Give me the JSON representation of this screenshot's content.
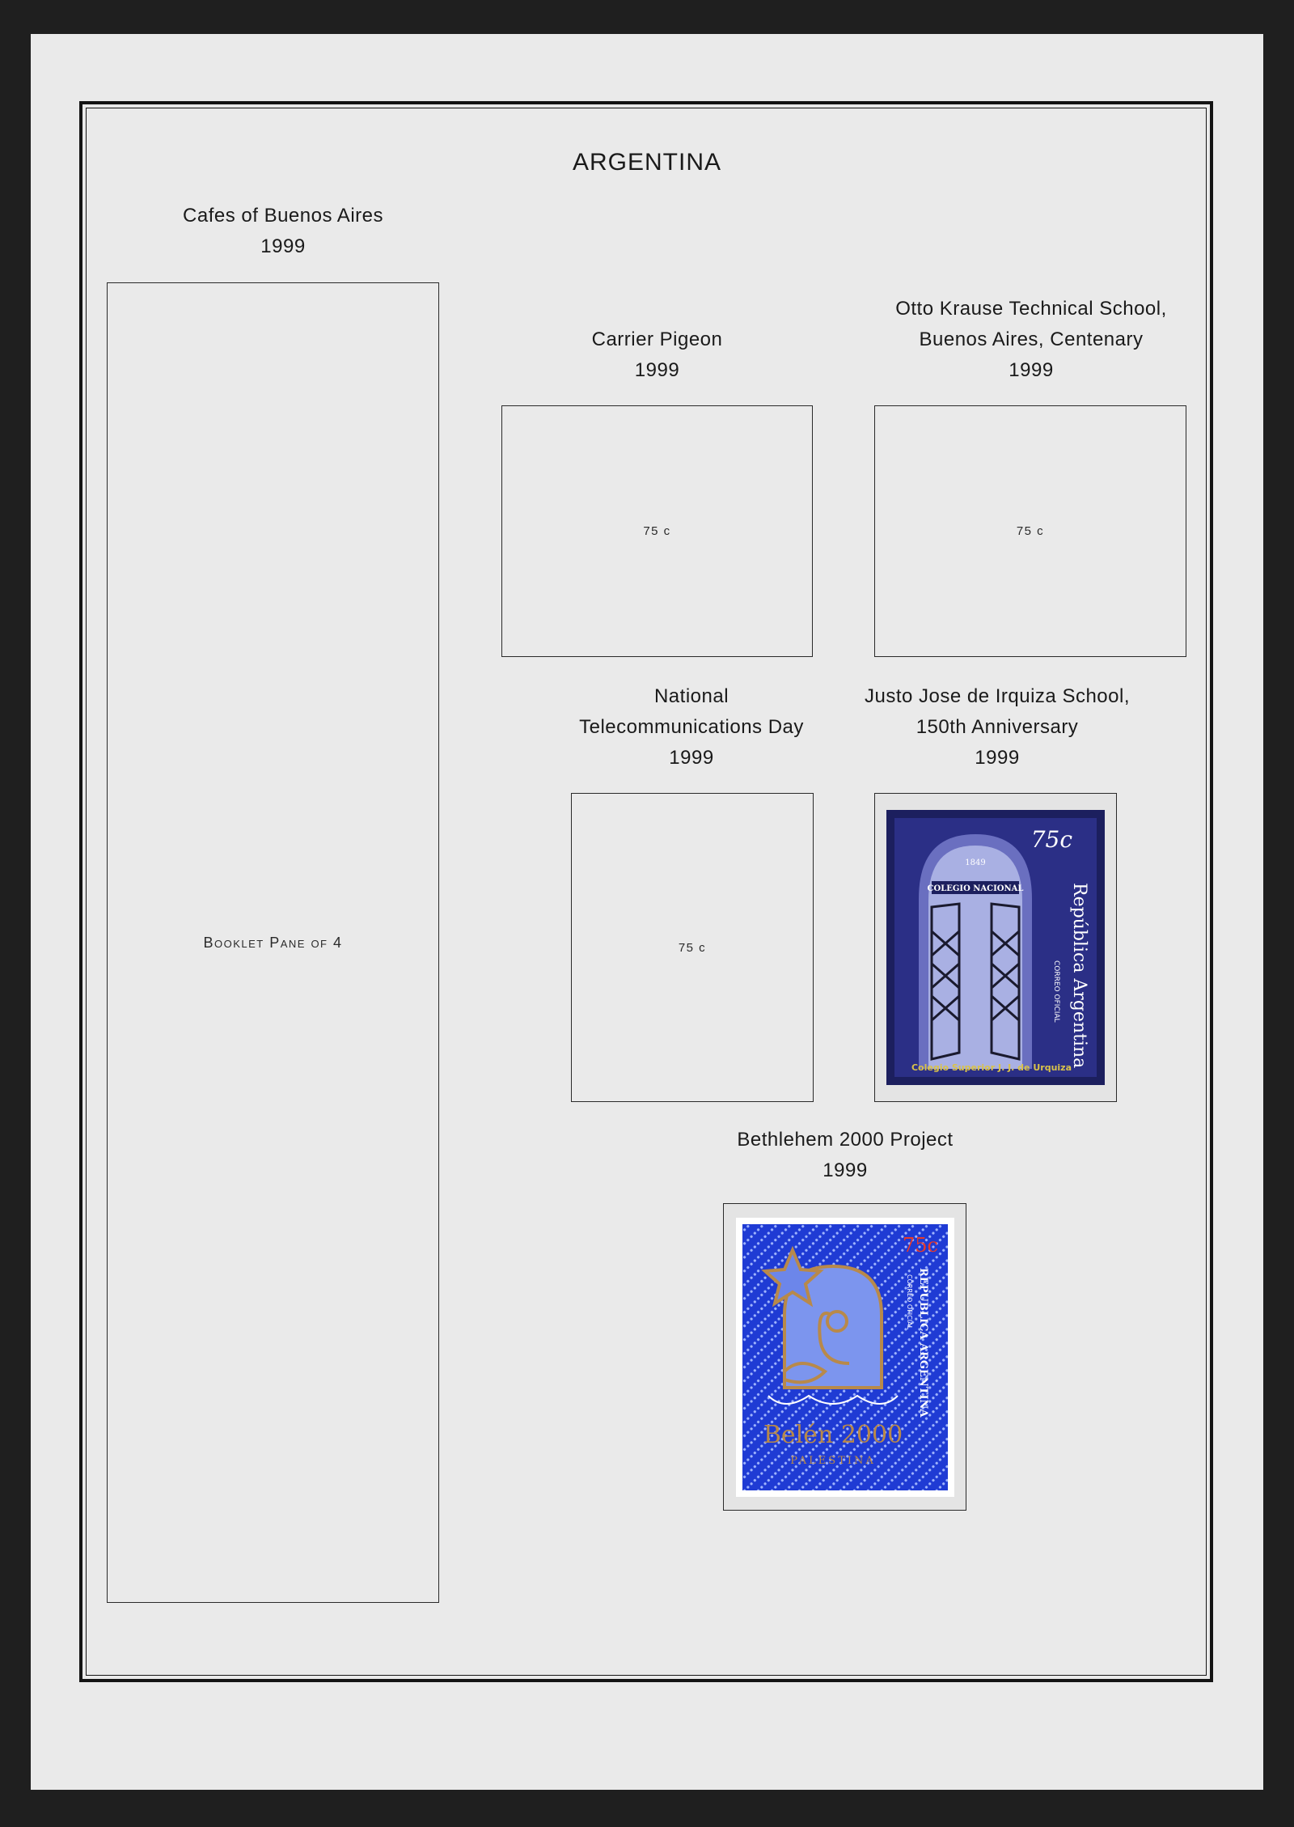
{
  "page": {
    "title": "ARGENTINA"
  },
  "sections": {
    "cafes": {
      "title": "Cafes of Buenos Aires",
      "year": "1999",
      "label": "Booklet Pane of 4"
    },
    "pigeon": {
      "title": "Carrier Pigeon",
      "year": "1999",
      "label": "75 c"
    },
    "otto": {
      "title_line1": "Otto Krause Technical School,",
      "title_line2": "Buenos Aires, Centenary",
      "year": "1999",
      "label": "75 c"
    },
    "telecom": {
      "title_line1": "National",
      "title_line2": "Telecommunications Day",
      "year": "1999",
      "label": "75 c"
    },
    "justo": {
      "title_line1": "Justo Jose de Irquiza School,",
      "title_line2": "150th Anniversary",
      "year": "1999",
      "stamp": {
        "value": "75c",
        "year_plaque": "1849",
        "arch_text": "COLEGIO NACIONAL",
        "country": "República Argentina",
        "service": "CORREO OFICIAL",
        "bottom": "Colegio Superior J. J. de Urquiza",
        "colors": {
          "bg": "#2b2f86",
          "frame": "#1c1f5e",
          "gold": "#d9c24a"
        }
      }
    },
    "bethlehem": {
      "title": "Bethlehem 2000 Project",
      "year": "1999",
      "stamp": {
        "value": "75c",
        "country": "REPUBLICA ARGENTINA",
        "service": "CORREO OFICIAL",
        "main": "Belén 2000",
        "sub": "PALESTINA",
        "colors": {
          "bg": "#1f3bd4",
          "gold": "#b8894a",
          "red": "#e83a2a"
        }
      }
    }
  }
}
